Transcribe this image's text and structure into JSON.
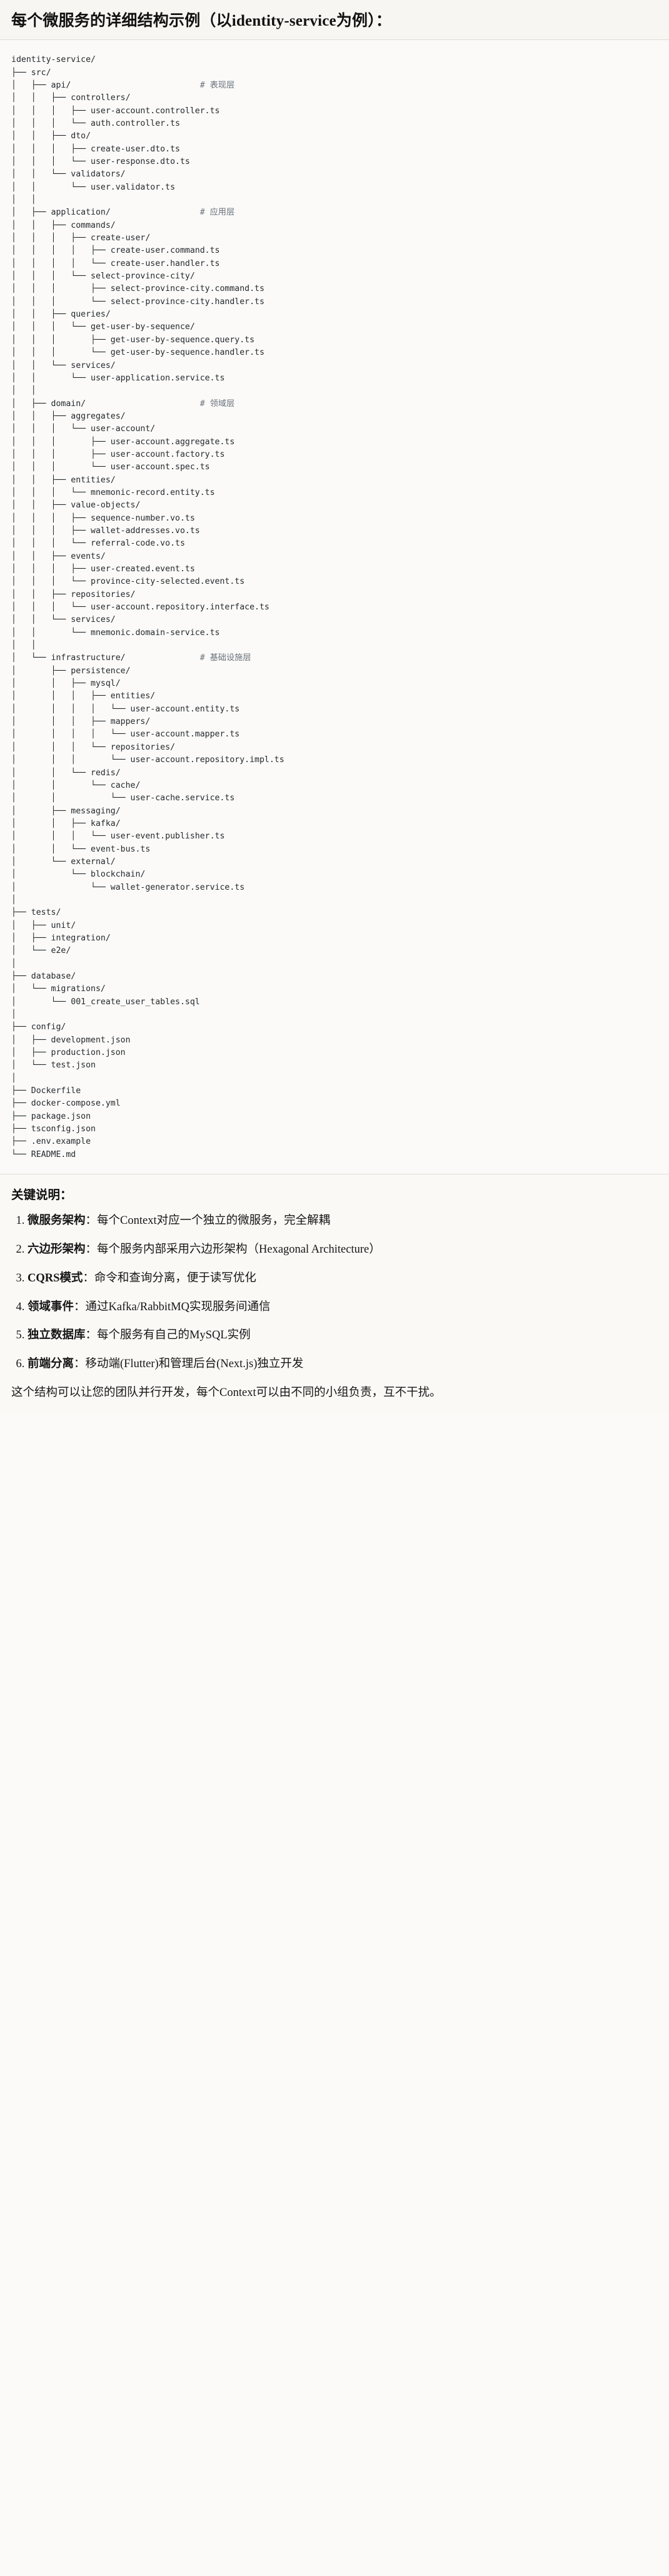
{
  "header": {
    "title": "每个微服务的详细结构示例（以identity-service为例）："
  },
  "tree": {
    "root_label": "identity-service/",
    "comments": {
      "api": "# 表现层",
      "application": "# 应用层",
      "domain": "# 领域层",
      "infrastructure": "# 基础设施层"
    },
    "text": "identity-service/\n├── src/\n│   ├── api/                          # 表现层\n│   │   ├── controllers/\n│   │   │   ├── user-account.controller.ts\n│   │   │   └── auth.controller.ts\n│   │   ├── dto/\n│   │   │   ├── create-user.dto.ts\n│   │   │   └── user-response.dto.ts\n│   │   └── validators/\n│   │       └── user.validator.ts\n│   │\n│   ├── application/                  # 应用层\n│   │   ├── commands/\n│   │   │   ├── create-user/\n│   │   │   │   ├── create-user.command.ts\n│   │   │   │   └── create-user.handler.ts\n│   │   │   └── select-province-city/\n│   │   │       ├── select-province-city.command.ts\n│   │   │       └── select-province-city.handler.ts\n│   │   ├── queries/\n│   │   │   └── get-user-by-sequence/\n│   │   │       ├── get-user-by-sequence.query.ts\n│   │   │       └── get-user-by-sequence.handler.ts\n│   │   └── services/\n│   │       └── user-application.service.ts\n│   │\n│   ├── domain/                       # 领域层\n│   │   ├── aggregates/\n│   │   │   └── user-account/\n│   │   │       ├── user-account.aggregate.ts\n│   │   │       ├── user-account.factory.ts\n│   │   │       └── user-account.spec.ts\n│   │   ├── entities/\n│   │   │   └── mnemonic-record.entity.ts\n│   │   ├── value-objects/\n│   │   │   ├── sequence-number.vo.ts\n│   │   │   ├── wallet-addresses.vo.ts\n│   │   │   └── referral-code.vo.ts\n│   │   ├── events/\n│   │   │   ├── user-created.event.ts\n│   │   │   └── province-city-selected.event.ts\n│   │   ├── repositories/\n│   │   │   └── user-account.repository.interface.ts\n│   │   └── services/\n│   │       └── mnemonic.domain-service.ts\n│   │\n│   └── infrastructure/               # 基础设施层\n│       ├── persistence/\n│       │   ├── mysql/\n│       │   │   ├── entities/\n│       │   │   │   └── user-account.entity.ts\n│       │   │   ├── mappers/\n│       │   │   │   └── user-account.mapper.ts\n│       │   │   └── repositories/\n│       │   │       └── user-account.repository.impl.ts\n│       │   └── redis/\n│       │       └── cache/\n│       │           └── user-cache.service.ts\n│       ├── messaging/\n│       │   ├── kafka/\n│       │   │   └── user-event.publisher.ts\n│       │   └── event-bus.ts\n│       └── external/\n│           └── blockchain/\n│               └── wallet-generator.service.ts\n│\n├── tests/\n│   ├── unit/\n│   ├── integration/\n│   └── e2e/\n│\n├── database/\n│   └── migrations/\n│       └── 001_create_user_tables.sql\n│\n├── config/\n│   ├── development.json\n│   ├── production.json\n│   └── test.json\n│\n├── Dockerfile\n├── docker-compose.yml\n├── package.json\n├── tsconfig.json\n├── .env.example\n└── README.md"
  },
  "keypoints": {
    "title": "关键说明：",
    "items": [
      {
        "term": "微服务架构",
        "desc": "：每个Context对应一个独立的微服务，完全解耦"
      },
      {
        "term": "六边形架构",
        "desc": "：每个服务内部采用六边形架构（Hexagonal Architecture）"
      },
      {
        "term": "CQRS模式",
        "desc": "：命令和查询分离，便于读写优化"
      },
      {
        "term": "领域事件",
        "desc": "：通过Kafka/RabbitMQ实现服务间通信"
      },
      {
        "term": "独立数据库",
        "desc": "：每个服务有自己的MySQL实例"
      },
      {
        "term": "前端分离",
        "desc": "：移动端(Flutter)和管理后台(Next.js)独立开发"
      }
    ],
    "footer": "这个结构可以让您的团队并行开发，每个Context可以由不同的小组负责，互不干扰。"
  }
}
